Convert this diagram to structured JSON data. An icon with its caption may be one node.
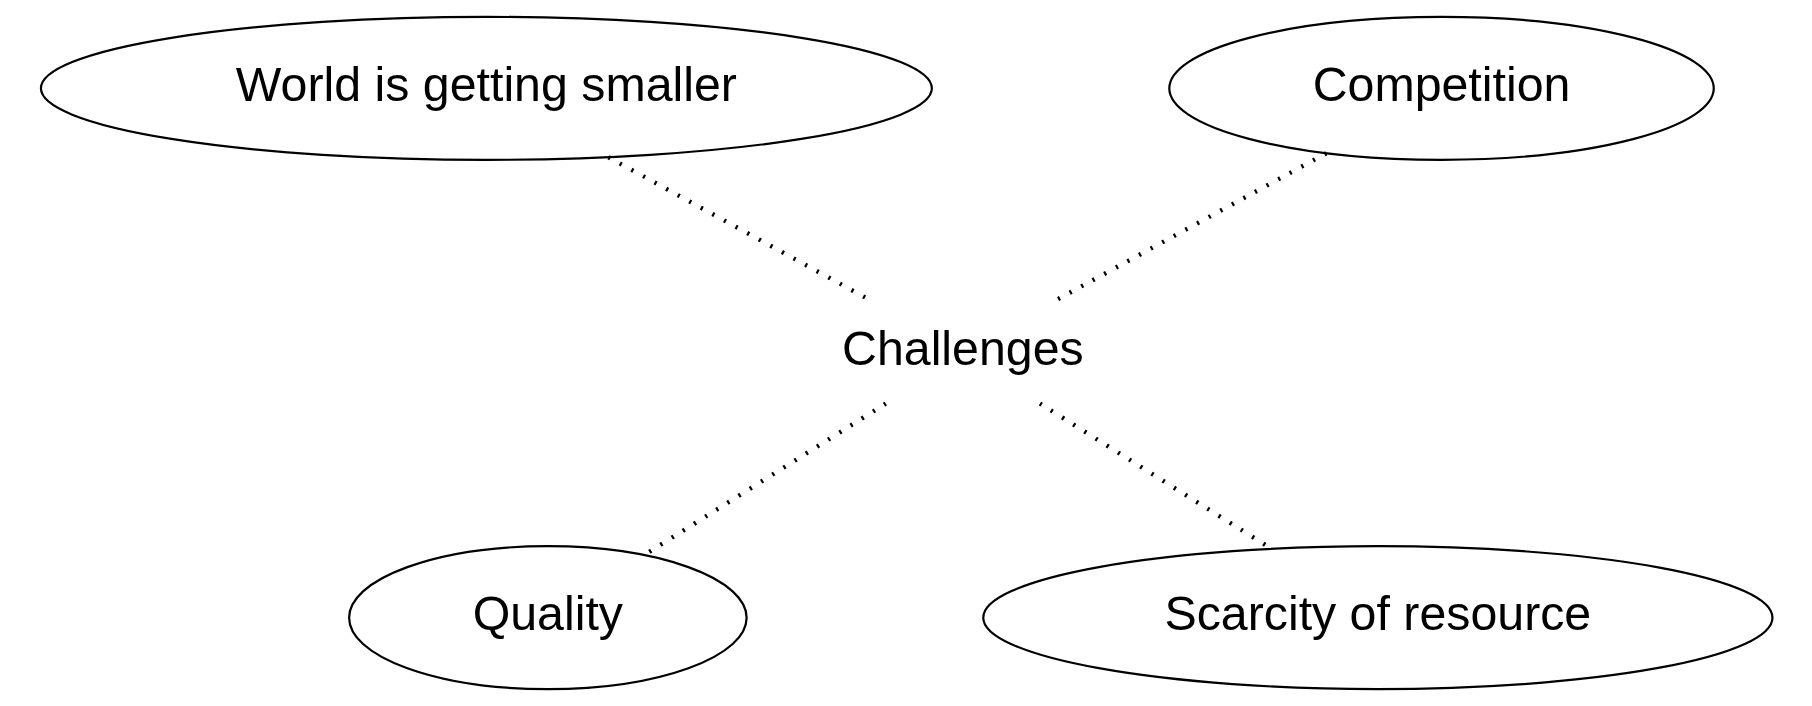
{
  "diagram": {
    "nodes": [
      {
        "text": [
          "World is getting smaller"
        ]
      },
      {
        "text": [
          "Competition"
        ]
      },
      {
        "text": [
          "Challenges"
        ]
      },
      {
        "text": [
          "Quality"
        ]
      },
      {
        "text": [
          "Scarcity of resource"
        ]
      }
    ],
    "edges": [
      {
        "from": 0,
        "to": 2,
        "arrow": "none"
      },
      {
        "from": 1,
        "to": 2,
        "arrow": "none"
      },
      {
        "from": 2,
        "to": 3,
        "arrow": "none"
      },
      {
        "from": 2,
        "to": 4,
        "arrow": "none"
      }
    ]
  }
}
